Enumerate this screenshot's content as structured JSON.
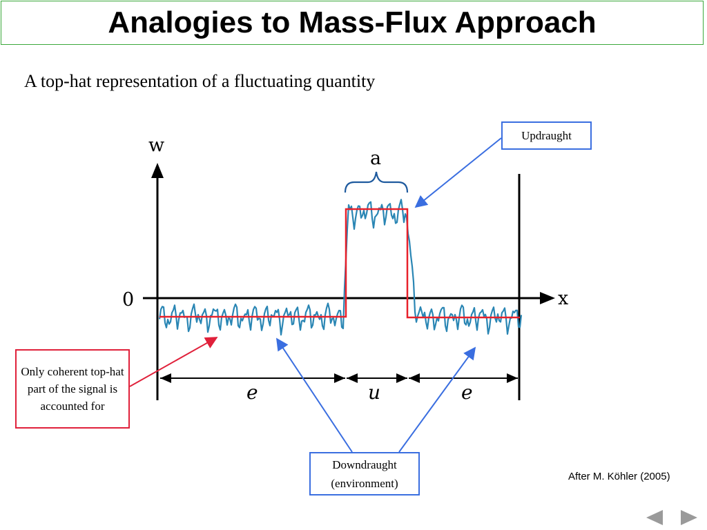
{
  "title": "Analogies to Mass-Flux Approach",
  "subtitle": "A top-hat representation of a fluctuating quantity",
  "diagram": {
    "y_axis_label": "w",
    "x_axis_label": "x",
    "zero_label": "0",
    "bracket_label": "a",
    "segment_labels": [
      "e",
      "u",
      "e"
    ]
  },
  "callouts": {
    "updraught": "Updraught",
    "coherent": "Only coherent top-hat part of the signal is accounted for",
    "downdraught": "Downdraught (environment)"
  },
  "attribution": "After M. Köhler (2005)",
  "colors": {
    "title_border": "#3aa83a",
    "signal": "#2a86b4",
    "tophat": "#e8202a",
    "arrow_blue": "#3a6ee0",
    "arrow_red": "#e0203a",
    "nav": "#9a9a9a"
  },
  "icons": {
    "prev": "triangle-left-icon",
    "next": "triangle-right-icon"
  }
}
